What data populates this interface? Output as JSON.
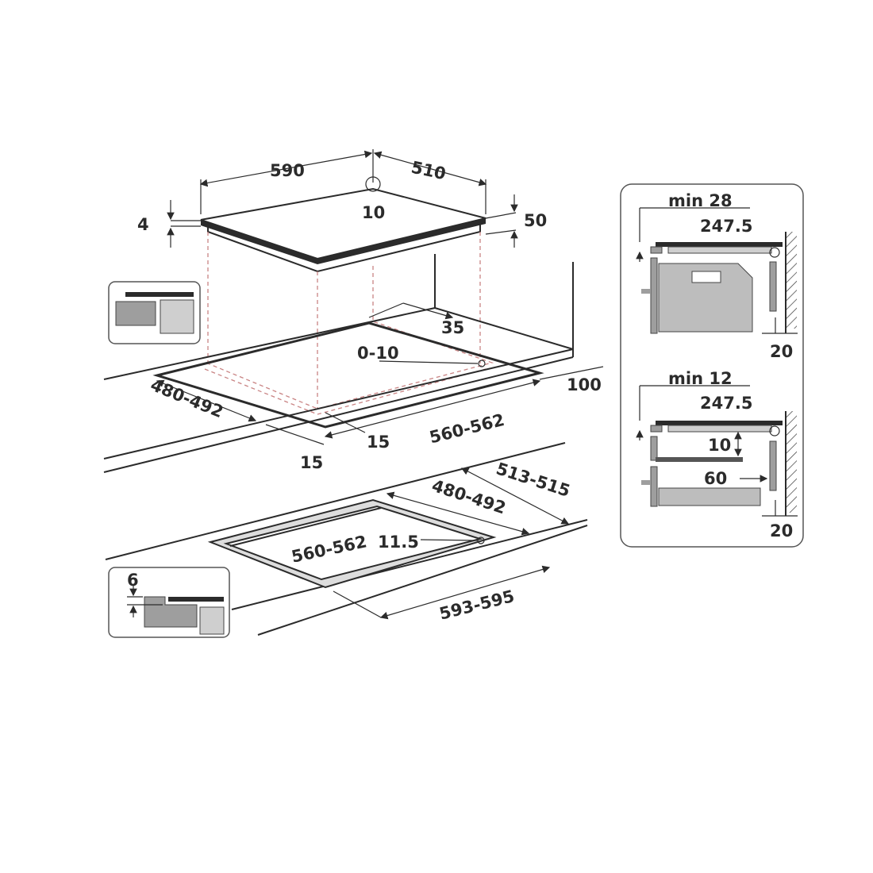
{
  "hob_dimensions": {
    "width": "590",
    "depth": "510",
    "corner_radius": "10",
    "glass_thickness": "4",
    "total_height": "50"
  },
  "cutout_top_view": {
    "depth_range": "480-492",
    "width_range": "560-562",
    "back_clearance": "35",
    "corner_radius": "0-10",
    "side_clearance": "100",
    "front_left": "15",
    "front_right": "15"
  },
  "flush_cutout": {
    "outer_depth": "513-515",
    "inner_depth": "480-492",
    "inner_width": "560-562",
    "corner_radius": "11.5",
    "outer_width": "593-595",
    "rebate_depth": "6"
  },
  "side_oven": {
    "min_gap": "min 28",
    "depth": "247.5",
    "wall_gap": "20"
  },
  "side_drawer": {
    "min_gap": "min 12",
    "depth": "247.5",
    "spacer": "10",
    "drawer_gap": "60",
    "wall_gap": "20"
  },
  "colors": {
    "line": "#2b2b2b",
    "dashed_guide": "#c98484",
    "cabinet_fill": "#bdbdbd"
  }
}
